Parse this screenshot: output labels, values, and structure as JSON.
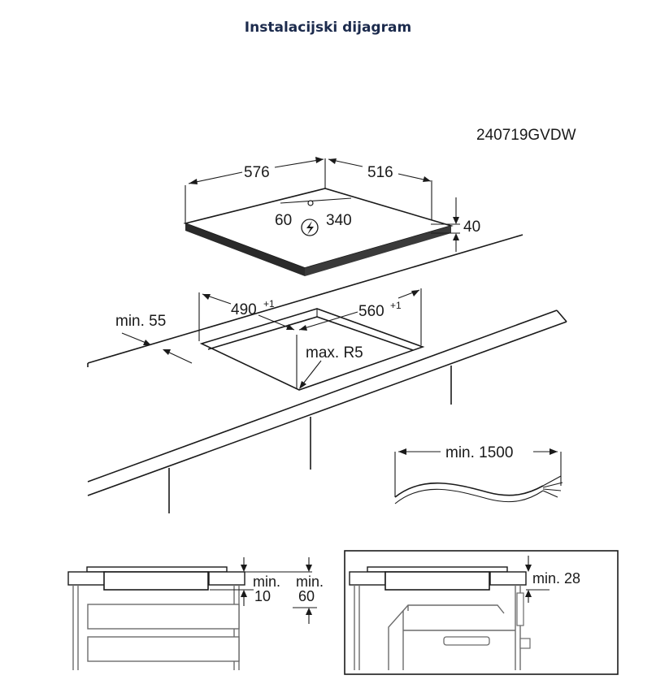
{
  "title": "Instalacijski dijagram",
  "code": "240719GVDW",
  "dimensions": {
    "hob_width": "576",
    "hob_depth": "516",
    "hob_height": "40",
    "conn_left": "60",
    "conn_right": "340",
    "cutout_depth": "490",
    "cutout_width": "560",
    "cutout_tolerance": "+1",
    "front_clearance": "min. 55",
    "corner_radius": "max. R5",
    "cable_length": "min. 1500"
  },
  "sections": {
    "left_gap_label": "min.",
    "left_gap_value": "10",
    "right_gap_label": "min.",
    "right_gap_value": "60",
    "oven_gap": "min. 28"
  },
  "colors": {
    "title": "#1c2b4d",
    "line": "#1a1a1a",
    "hob_edge": "#2a2a2a"
  },
  "icons": {
    "electric": "lightning-bolt-icon"
  }
}
